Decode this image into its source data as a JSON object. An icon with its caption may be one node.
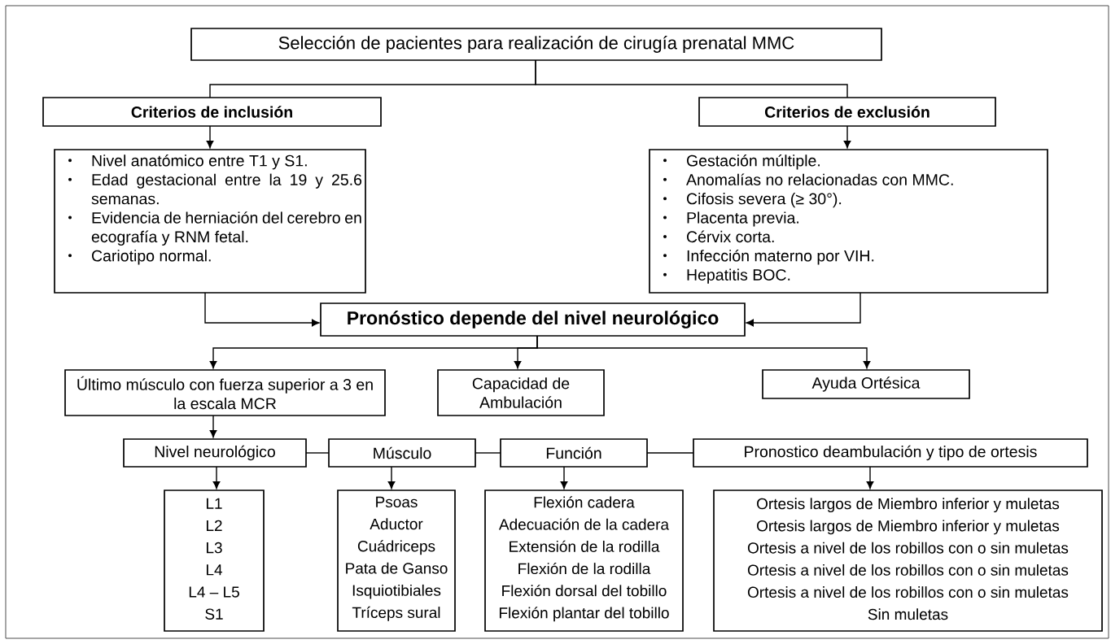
{
  "diagram": {
    "nodes": [
      {
        "text": [
          "Selección de pacientes para realización de cirugía prenatal MMC"
        ]
      },
      {
        "text": [
          "Criterios de inclusión"
        ]
      },
      {
        "text": [
          "Nivel anatómico entre T1 y S1.",
          "Edad gestacional entre la 19 y 25.6 semanas.",
          "Evidencia de herniación del cerebro en ecografía y RNM fetal.",
          "Cariotipo normal."
        ]
      },
      {
        "text": [
          "Criterios de exclusión"
        ]
      },
      {
        "text": [
          "Gestación múltiple.",
          "Anomalías no relacionadas con MMC.",
          "Cifosis severa (≥ 30°).",
          "Placenta previa.",
          "Cérvix corta.",
          "Infección materno por VIH.",
          "Hepatitis BOC."
        ]
      },
      {
        "text": [
          "Pronóstico depende del nivel neurológico"
        ]
      },
      {
        "text": [
          "Último músculo con fuerza superior a 3 en la escala MCR"
        ]
      },
      {
        "text": [
          "Capacidad de Ambulación"
        ]
      },
      {
        "text": [
          "Ayuda Ortésica"
        ]
      },
      {
        "text": [
          "Nivel neurológico"
        ]
      },
      {
        "text": [
          "Músculo"
        ]
      },
      {
        "text": [
          "Función"
        ]
      },
      {
        "text": [
          "Pronostico deambulación y tipo de ortesis"
        ]
      },
      {
        "text": [
          "L1",
          "L2",
          "L3",
          "L4",
          "L4 – L5",
          "S1"
        ]
      },
      {
        "text": [
          "Psoas",
          "Aductor",
          "Cuádriceps",
          "Pata de Ganso",
          "Isquiotibiales",
          "Tríceps sural"
        ]
      },
      {
        "text": [
          "Flexión cadera",
          "Adecuación de la cadera",
          "Extensión de la rodilla",
          "Flexión de la rodilla",
          "Flexión dorsal del tobillo",
          "Flexión plantar del tobillo"
        ]
      },
      {
        "text": [
          "Ortesis largos de Miembro inferior y muletas",
          "Ortesis largos de Miembro inferior y muletas",
          "Ortesis a nivel de los robillos con o sin muletas",
          "Ortesis a nivel de los robillos con o sin muletas",
          "Ortesis a nivel de los robillos con o sin muletas",
          "Sin muletas"
        ]
      }
    ],
    "edges": [
      {
        "from": 0,
        "to": 1,
        "arrow": "none"
      },
      {
        "from": 0,
        "to": 3,
        "arrow": "none"
      },
      {
        "from": 1,
        "to": 2,
        "arrow": "to"
      },
      {
        "from": 3,
        "to": 4,
        "arrow": "to"
      },
      {
        "from": 2,
        "to": 5,
        "arrow": "to"
      },
      {
        "from": 4,
        "to": 5,
        "arrow": "to"
      },
      {
        "from": 5,
        "to": 6,
        "arrow": "to"
      },
      {
        "from": 5,
        "to": 7,
        "arrow": "to"
      },
      {
        "from": 5,
        "to": 8,
        "arrow": "to"
      },
      {
        "from": 6,
        "to": 9,
        "arrow": "to"
      },
      {
        "from": 9,
        "to": 10,
        "arrow": "none"
      },
      {
        "from": 10,
        "to": 11,
        "arrow": "none"
      },
      {
        "from": 11,
        "to": 12,
        "arrow": "none"
      },
      {
        "from": 9,
        "to": 13,
        "arrow": "to"
      },
      {
        "from": 10,
        "to": 14,
        "arrow": "to"
      },
      {
        "from": 11,
        "to": 15,
        "arrow": "to"
      },
      {
        "from": 12,
        "to": 16,
        "arrow": "to"
      }
    ]
  }
}
